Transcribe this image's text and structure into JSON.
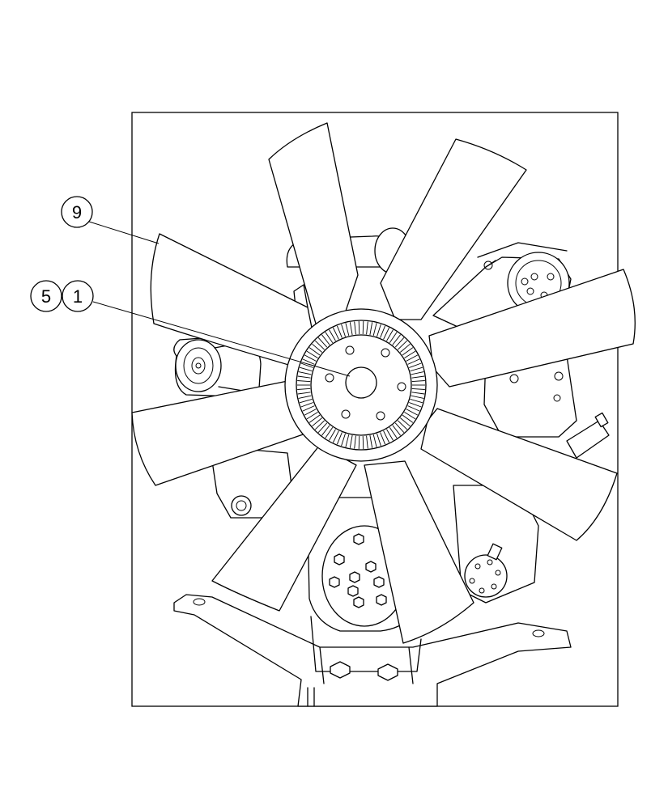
{
  "figure": {
    "callouts": [
      {
        "id": "callout-9",
        "label": "9"
      },
      {
        "id": "callout-5",
        "label": "5"
      },
      {
        "id": "callout-1",
        "label": "1"
      }
    ]
  },
  "colors": {
    "line": "#000000",
    "background": "#ffffff"
  }
}
